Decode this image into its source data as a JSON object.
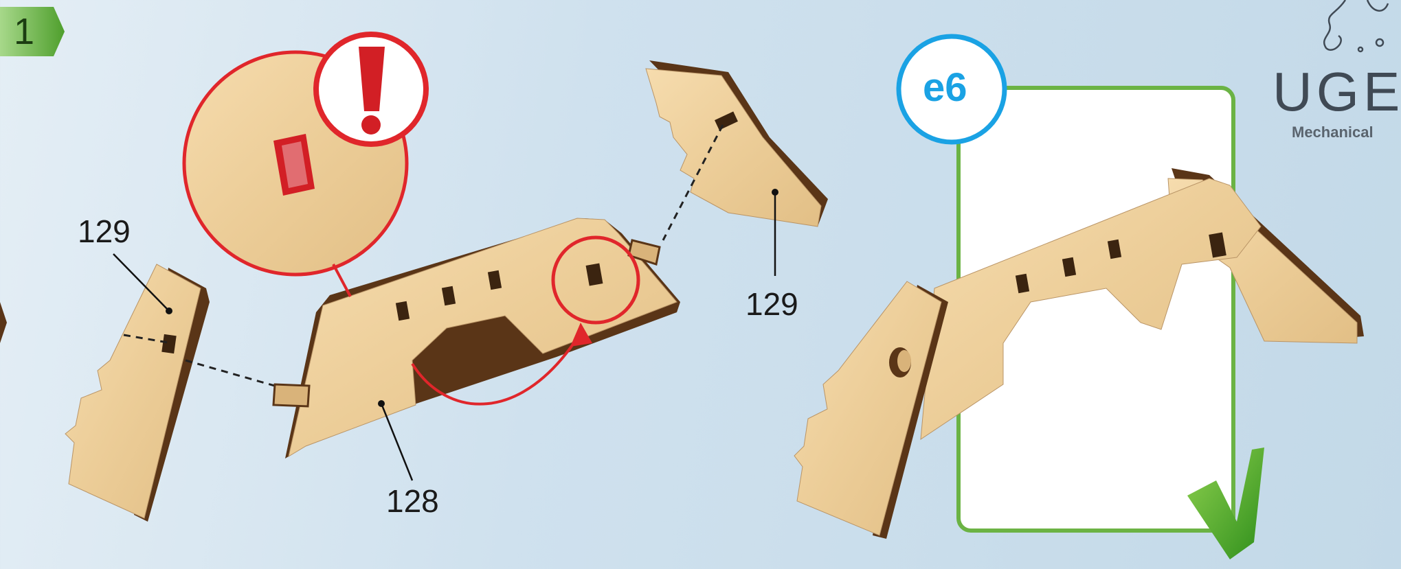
{
  "step": {
    "number": "1"
  },
  "labels": {
    "left_part": "129",
    "center_part": "128",
    "right_part": "129"
  },
  "result_badge": {
    "text": "e6"
  },
  "brand": {
    "name": "UGEA",
    "tagline": "Mechanical"
  },
  "icons": {
    "warning": "exclamation-icon",
    "check": "check-icon",
    "logo_mark": "squiggle-logo-icon"
  },
  "colors": {
    "step_badge": "#5fae3a",
    "warning_red": "#e0262b",
    "result_frame": "#6bb344",
    "e6_blue": "#1aa2e4",
    "wood": "#f0d3a0",
    "wood_edge": "#5a3517"
  }
}
